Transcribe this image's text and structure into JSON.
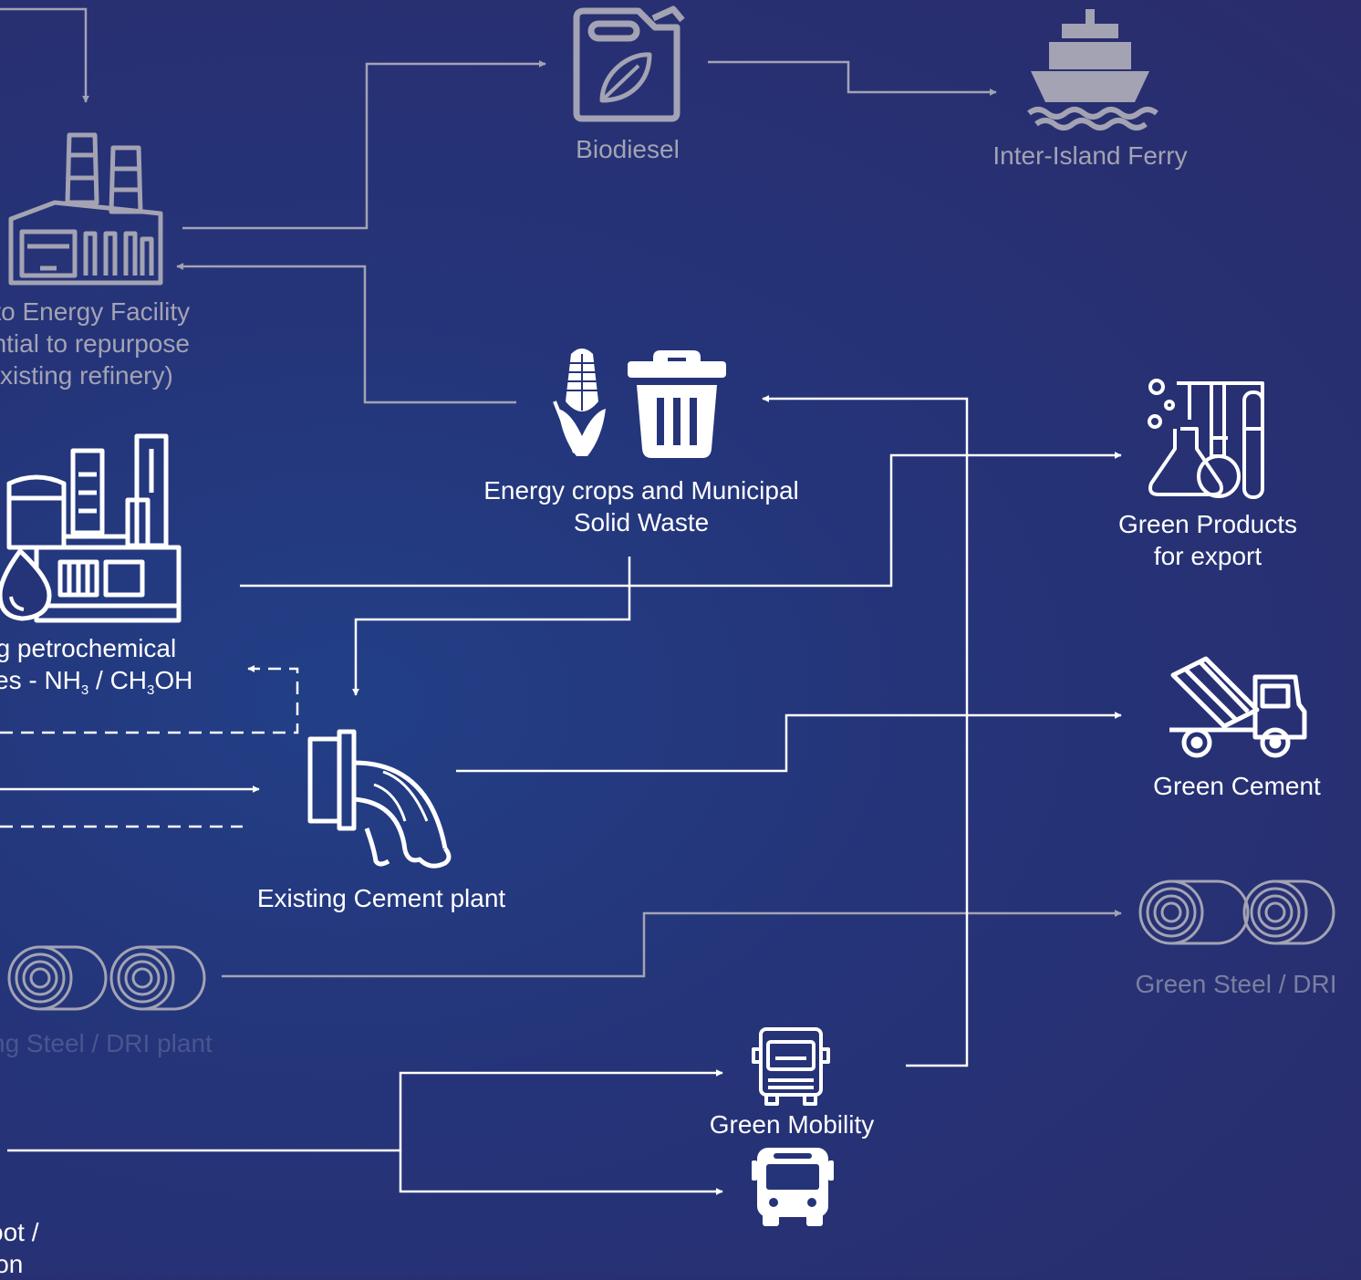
{
  "nodes": {
    "biodiesel": {
      "label": "Biodiesel"
    },
    "ferry": {
      "label": "Inter-Island Ferry"
    },
    "waste_to_energy": {
      "line1": "e to Energy Facility",
      "line2": "ential to repurpose",
      "line3": "xisting refinery)"
    },
    "energy_crops": {
      "line1": "Energy crops and Municipal",
      "line2": "Solid Waste"
    },
    "green_products": {
      "line1": "Green Products",
      "line2": "for export"
    },
    "petrochemical": {
      "line1": "ng petrochemical",
      "line2_prefix": "ties - NH",
      "nh_sub": "3",
      "sep": " / CH",
      "ch_sub": "3",
      "oh": "OH"
    },
    "cement_plant": {
      "label": "Existing Cement plant"
    },
    "green_cement": {
      "label": "Green Cement"
    },
    "green_steel": {
      "label": "Green Steel / DRI"
    },
    "steel_plant": {
      "label": "ng Steel / DRI plant"
    },
    "green_mobility": {
      "label": "Green Mobility"
    },
    "depot": {
      "line1": "oot /",
      "line2": "ion"
    }
  },
  "colors": {
    "background": "#253479",
    "line_white": "#ffffff",
    "line_gray": "#a3a3b3"
  }
}
